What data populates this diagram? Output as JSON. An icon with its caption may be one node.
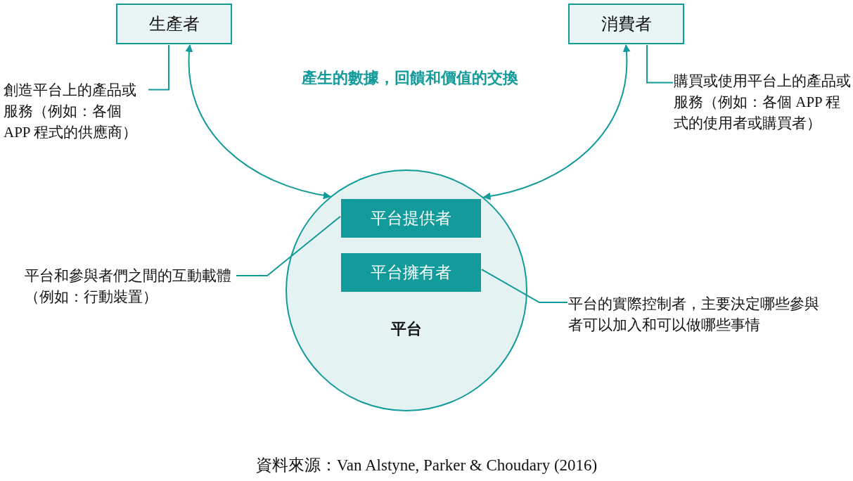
{
  "diagram": {
    "caption": "資料來源：Van Alstyne, Parker & Choudary (2016)",
    "nodes": [
      {
        "text": [
          "生產者"
        ]
      },
      {
        "text": [
          "消費者"
        ]
      },
      {
        "text": [
          "平台"
        ]
      },
      {
        "text": [
          "平台提供者"
        ],
        "in": 2
      },
      {
        "text": [
          "平台擁有者"
        ],
        "in": 2
      },
      {
        "text": [
          "創造平台上的產品或服務（例如：各個 APP 程式的供應商）"
        ]
      },
      {
        "text": [
          "購買或使用平台上的產品或服務（例如：各個 APP 程式的使用者或購買者）"
        ]
      },
      {
        "text": [
          "平台和參與者們之間的互動載體（例如：行動裝置）"
        ]
      },
      {
        "text": [
          "平台的實際控制者，主要決定哪些參與者可以加入和可以做哪些事情"
        ]
      }
    ],
    "edges": [
      {
        "from": 0,
        "to": 2,
        "arrow": "both"
      },
      {
        "from": 1,
        "to": 2,
        "arrow": "both"
      },
      {
        "from": 5,
        "to": 0,
        "arrow": "none"
      },
      {
        "from": 6,
        "to": 1,
        "arrow": "none"
      },
      {
        "from": 7,
        "to": 3,
        "arrow": "none"
      },
      {
        "from": 8,
        "to": 4,
        "arrow": "none"
      }
    ],
    "labels": [
      "產生的數據，回饋和價值的交換"
    ]
  }
}
